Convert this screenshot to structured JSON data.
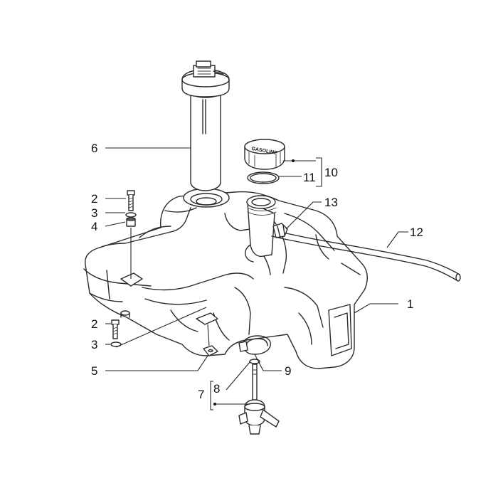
{
  "callouts": {
    "c1": "1",
    "c2a": "2",
    "c2b": "2",
    "c3a": "3",
    "c3b": "3",
    "c4": "4",
    "c5": "5",
    "c6": "6",
    "c7": "7",
    "c8": "8",
    "c9": "9",
    "c10": "10",
    "c11": "11",
    "c12": "12",
    "c13": "13"
  },
  "cap_label": "GASOLINE"
}
